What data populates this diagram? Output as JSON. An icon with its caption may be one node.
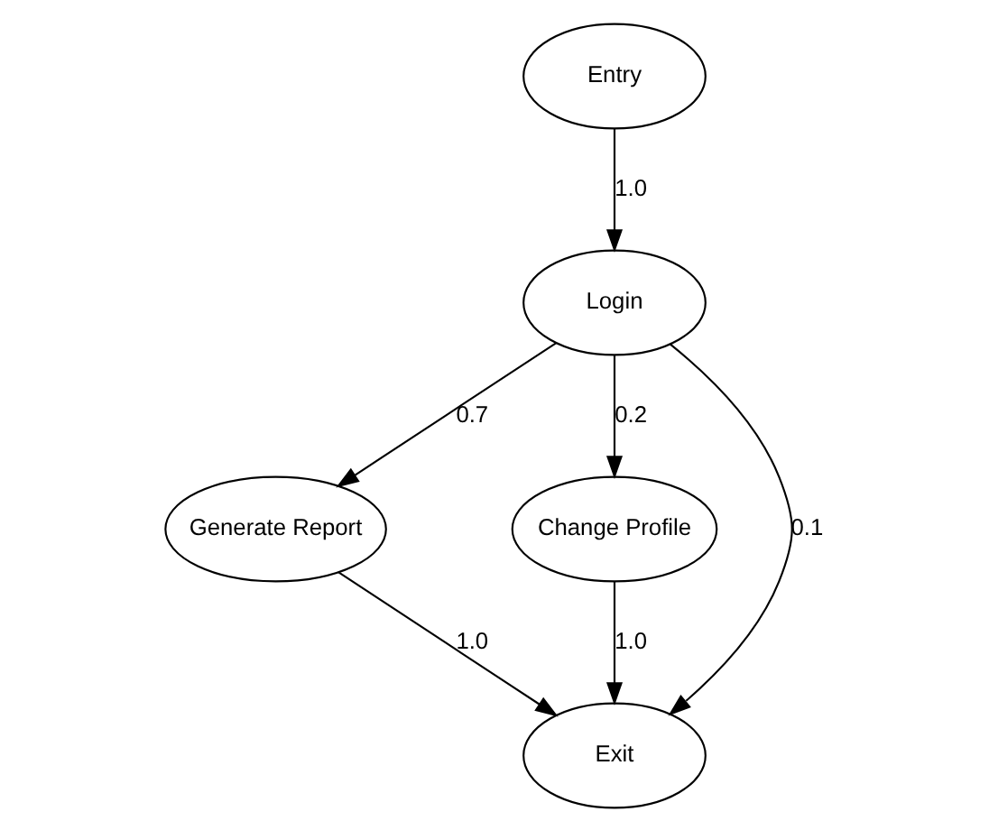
{
  "diagram": {
    "nodes": [
      {
        "text": [
          "Entry"
        ]
      },
      {
        "text": [
          "Login"
        ]
      },
      {
        "text": [
          "Generate Report"
        ]
      },
      {
        "text": [
          "Change Profile"
        ]
      },
      {
        "text": [
          "Exit"
        ]
      }
    ],
    "edges": [
      {
        "from": 0,
        "to": 1,
        "arrow": "to",
        "label": "1.0"
      },
      {
        "from": 1,
        "to": 2,
        "arrow": "to",
        "label": "0.7"
      },
      {
        "from": 1,
        "to": 4,
        "arrow": "to",
        "label": "0.1"
      },
      {
        "from": 1,
        "to": 3,
        "arrow": "to",
        "label": "0.2"
      },
      {
        "from": 2,
        "to": 4,
        "arrow": "to",
        "label": "1.0"
      },
      {
        "from": 3,
        "to": 4,
        "arrow": "to",
        "label": "1.0"
      }
    ]
  }
}
